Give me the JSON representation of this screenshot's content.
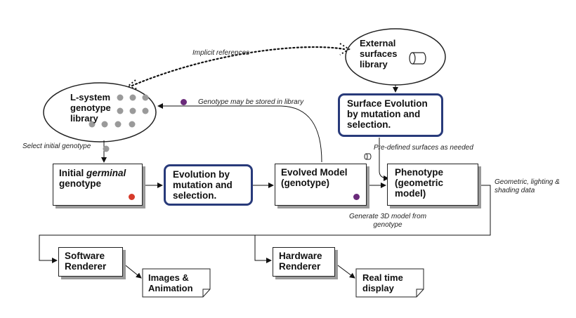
{
  "nodes": {
    "lsystem_library": "L-system genotype library",
    "external_library": "External surfaces library",
    "initial_genotype_prefix": "Initial ",
    "initial_genotype_em": "germinal",
    "initial_genotype_suffix": "genotype",
    "evolution": "Evolution by mutation and selection.",
    "evolved_model": "Evolved Model (genotype)",
    "surface_evolution": "Surface Evolution by mutation and selection.",
    "phenotype": "Phenotype (geometric model)",
    "software_renderer": "Software Renderer",
    "hardware_renderer": "Hardware Renderer",
    "images_animation": "Images & Animation",
    "real_time_display": "Real time display"
  },
  "notes": {
    "implicit_references": "Implicit references",
    "genotype_stored": "Genotype may be stored in library",
    "select_initial": "Select initial genotype",
    "predefined_surfaces": "Pre-defined surfaces as needed",
    "geometric_data": "Geometric, lighting & shading data",
    "generate_3d": "Generate 3D model from genotype"
  },
  "colors": {
    "blue_border": "#283a7a",
    "red_dot": "#d63a2a",
    "purple_dot": "#6a2a7a",
    "grey_dot": "#9a9a9a"
  }
}
